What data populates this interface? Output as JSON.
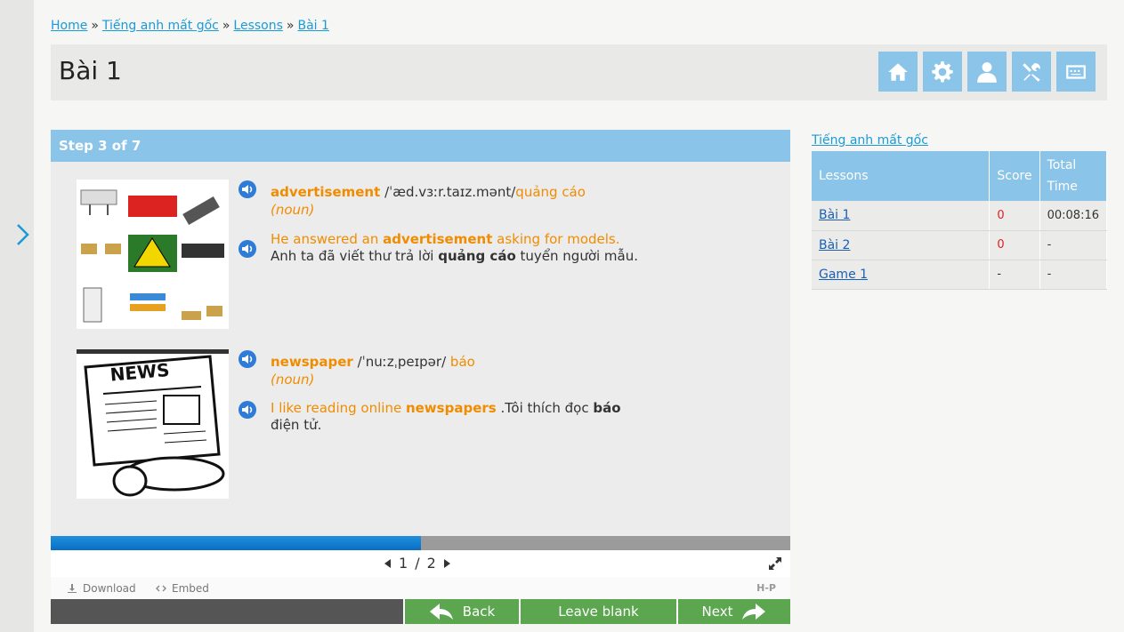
{
  "breadcrumb": [
    {
      "label": "Home"
    },
    {
      "label": "Tiếng anh mất gốc"
    },
    {
      "label": "Lessons"
    },
    {
      "label": "Bài 1"
    }
  ],
  "breadcrumb_sep": "»",
  "page_title": "Bài 1",
  "toolbar_icons": [
    "home-icon",
    "gear-icon",
    "user-icon",
    "tools-icon",
    "keyboard-icon"
  ],
  "accent_color": "#8ac4e8",
  "h5p": {
    "step_label": "Step 3 of 7",
    "items": [
      {
        "word": "advertisement",
        "ipa": "/ˈæd.vɜːr.taɪz.mənt/",
        "meaning": "quảng cáo",
        "pos": "(noun)",
        "ex_pre": "He answered an ",
        "ex_bold": "advertisement",
        "ex_post": " asking for models.",
        "vi_pre": " Anh ta đã viết thư trả lời ",
        "vi_bold": "quảng cáo",
        "vi_post": " tuyển người mẫu."
      },
      {
        "word": "newspaper",
        "ipa": "/ˈnuːzˌpeɪpər/",
        "meaning": "báo",
        "pos": "(noun)",
        "ex_pre": "I like reading online ",
        "ex_bold": "newspapers",
        "ex_post": "",
        "vi_pre": " .Tôi thích đọc ",
        "vi_bold": "báo",
        "vi_post": " điện tử."
      }
    ],
    "progress": 0.5,
    "page_current": "1",
    "page_sep": "/",
    "page_total": "2",
    "download_label": "Download",
    "embed_label": "Embed",
    "h5p_logo": "H-P",
    "back_label": "Back",
    "leave_blank_label": "Leave blank",
    "next_label": "Next",
    "button_color": "#5ba64f"
  },
  "sidebar": {
    "course_link": "Tiếng anh mất gốc",
    "headers": [
      "Lessons",
      "Score",
      "Total Time"
    ],
    "rows": [
      {
        "lesson": "Bài 1",
        "score": "0",
        "time": "00:08:16"
      },
      {
        "lesson": "Bài 2",
        "score": "0",
        "time": "-"
      },
      {
        "lesson": "Game 1",
        "score": "-",
        "time": "-"
      }
    ]
  }
}
